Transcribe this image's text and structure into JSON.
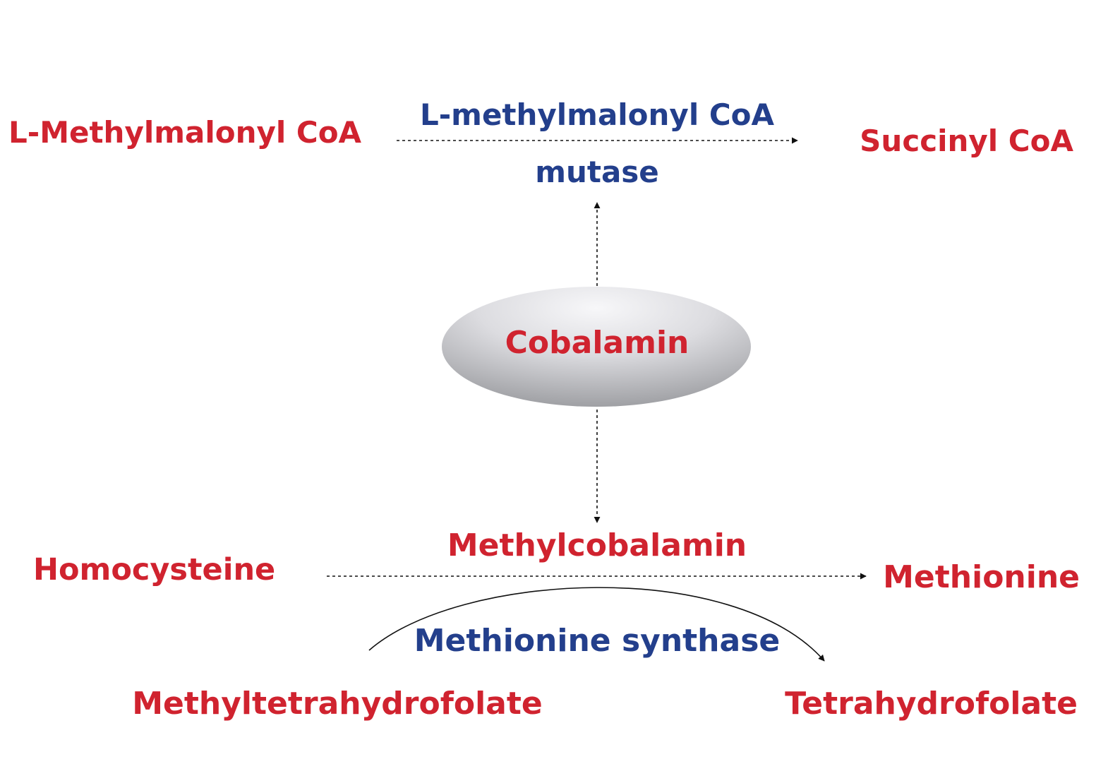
{
  "colors": {
    "substrate": "#d0232f",
    "enzyme": "#233f8c",
    "arrow": "#111111",
    "ellipse_light": "#f4f4f6",
    "ellipse_dark": "#9a9b9f"
  },
  "top_reaction": {
    "substrate": "L-Methylmalonyl CoA",
    "enzyme_line1": "L-methylmalonyl CoA",
    "enzyme_line2": "mutase",
    "product": "Succinyl CoA"
  },
  "center": {
    "label": "Cobalamin"
  },
  "bottom_reaction": {
    "cofactor": "Methylcobalamin",
    "substrate": "Homocysteine",
    "product": "Methionine",
    "enzyme": "Methionine synthase",
    "cosubstrate": "Methyltetrahydrofolate",
    "coproduct": "Tetrahydrofolate"
  }
}
